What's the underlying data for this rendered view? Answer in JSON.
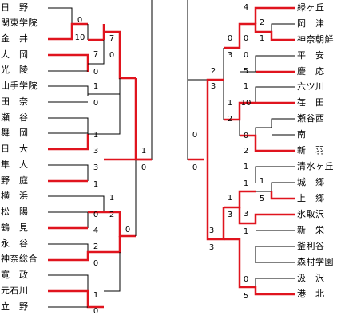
{
  "colors": {
    "win_line": "#e0141e",
    "line": "#000000",
    "background": "#ffffff"
  },
  "left": {
    "teams": [
      "日　野",
      "関東学院",
      "金　井",
      "大　岡",
      "光　陵",
      "山手学院",
      "田　奈",
      "瀬　谷",
      "舞　岡",
      "日　大",
      "隼　人",
      "野　庭",
      "横　浜",
      "松　陽",
      "鶴　見",
      "永　谷",
      "神奈総合",
      "寛　政",
      "元石川",
      "立　野"
    ],
    "r1": [
      [
        "0",
        "10"
      ],
      [
        "7",
        "0"
      ],
      [
        "1",
        "0"
      ],
      [
        "",
        ""
      ],
      [
        "1",
        "3"
      ],
      [
        "3",
        "1"
      ],
      [
        "",
        ""
      ],
      [
        "0",
        "4"
      ],
      [
        "2",
        "0"
      ],
      [
        "",
        ""
      ],
      [
        "1",
        "0"
      ]
    ],
    "r2": [
      [
        "7",
        "0"
      ],
      [
        "1",
        "2"
      ],
      [
        "0",
        ""
      ]
    ],
    "final": [
      "1",
      "0"
    ]
  },
  "right": {
    "teams": [
      "緑ヶ丘",
      "岡　津",
      "神奈朝鮮",
      "平　安",
      "慶　応",
      "六ツ川",
      "荏　田",
      "瀬谷西",
      "南",
      "新　羽",
      "清水ヶ丘",
      "城　郷",
      "上　郷",
      "氷取沢",
      "新　栄",
      "釜利谷",
      "森村学園",
      "汲　沢",
      "港　北"
    ],
    "r1": [
      [
        "4",
        "0"
      ],
      [
        "2",
        "1"
      ],
      [
        "0",
        "5"
      ],
      [
        "1",
        "10"
      ],
      [
        "0",
        "2"
      ],
      [
        "1",
        "5"
      ],
      [
        "3",
        "1"
      ],
      [
        "0",
        "5"
      ]
    ],
    "r2": [
      [
        "0",
        "3"
      ],
      [
        "1",
        "2"
      ],
      [
        "1",
        "1"
      ],
      [
        "3"
      ]
    ],
    "r3": [
      [
        "2",
        "3"
      ],
      [
        "1",
        "3"
      ]
    ],
    "final": [
      "0",
      "0"
    ]
  }
}
